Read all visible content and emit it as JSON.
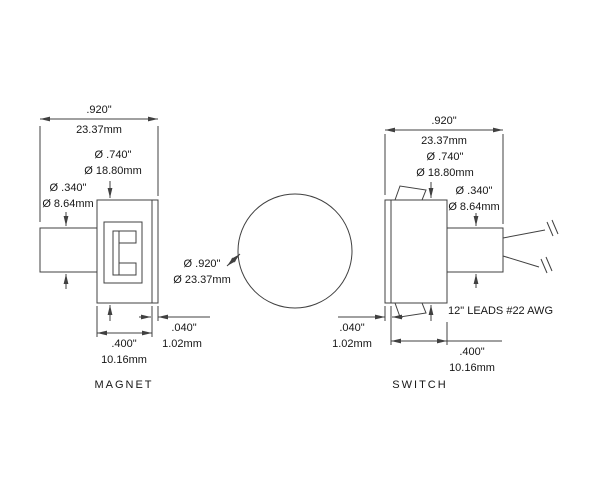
{
  "palette": {
    "background": "#ffffff",
    "line": "#404040",
    "text": "#161616"
  },
  "magnet": {
    "label": "MAGNET",
    "overall_width_in": ".920\"",
    "overall_width_mm": "23.37mm",
    "flange_dia_in": "Ø .740\"",
    "flange_dia_mm": "Ø 18.80mm",
    "barrel_dia_in": "Ø .340\"",
    "barrel_dia_mm": "Ø 8.64mm",
    "body_depth_in": ".400\"",
    "body_depth_mm": "10.16mm",
    "flange_thickness_in": ".040\"",
    "flange_thickness_mm": "1.02mm"
  },
  "front_view": {
    "outer_dia_in": "Ø .920\"",
    "outer_dia_mm": "Ø 23.37mm"
  },
  "switch": {
    "label": "SWITCH",
    "overall_width_in": ".920\"",
    "overall_width_mm": "23.37mm",
    "flange_dia_in": "Ø .740\"",
    "flange_dia_mm": "Ø 18.80mm",
    "barrel_dia_in": "Ø .340\"",
    "barrel_dia_mm": "Ø 8.64mm",
    "flange_thickness_in": ".040\"",
    "flange_thickness_mm": "1.02mm",
    "body_depth_in": ".400\"",
    "body_depth_mm": "10.16mm",
    "leads_note": "12\" LEADS #22 AWG"
  }
}
